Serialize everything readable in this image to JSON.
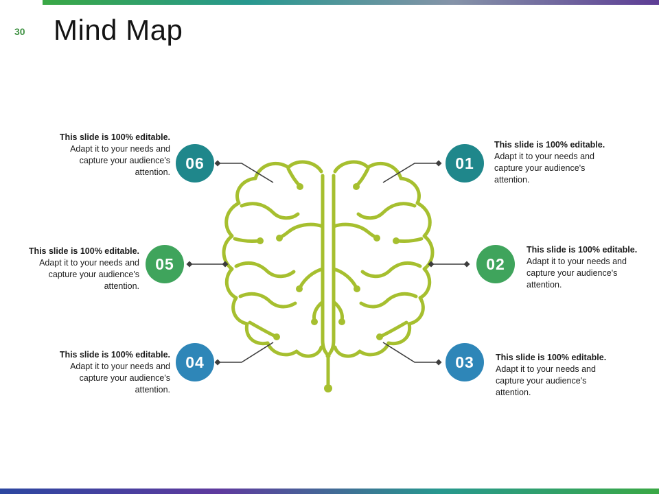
{
  "slide": {
    "number": "30",
    "title": "Mind Map"
  },
  "nodes": {
    "n01": {
      "label": "01",
      "color": "#1f878b",
      "text_bold": "This slide is 100% editable.",
      "text_rest": "Adapt it to your needs and capture your audience's attention."
    },
    "n02": {
      "label": "02",
      "color": "#3fa45c",
      "text_bold": "This slide is 100% editable.",
      "text_rest": "Adapt it to your needs and capture your audience's attention."
    },
    "n03": {
      "label": "03",
      "color": "#2e86b8",
      "text_bold": "This slide is 100% editable.",
      "text_rest": "Adapt it to your needs and capture your audience's attention."
    },
    "n04": {
      "label": "04",
      "color": "#2e86b8",
      "text_bold": "This slide is 100% editable.",
      "text_rest": "Adapt it to your needs and capture your audience's attention."
    },
    "n05": {
      "label": "05",
      "color": "#3fa45c",
      "text_bold": "This slide is 100% editable.",
      "text_rest": "Adapt it to your needs and capture your audience's attention."
    },
    "n06": {
      "label": "06",
      "color": "#1f878b",
      "text_bold": "This slide is 100% editable.",
      "text_rest": "Adapt it to your needs and capture your audience's attention."
    }
  },
  "icons": {
    "connector_marker": "diamond",
    "brain_illustration": "brain-outline"
  },
  "colors": {
    "brain": "#a6bf2f",
    "connector": "#3d3d3d",
    "slide_number": "#3e9142",
    "top_bar": [
      "#3aa845",
      "#27988f",
      "#8593a8",
      "#5d3d95"
    ],
    "bottom_bar": [
      "#2c47a0",
      "#5f3a9e",
      "#27988f",
      "#3aa845"
    ]
  }
}
